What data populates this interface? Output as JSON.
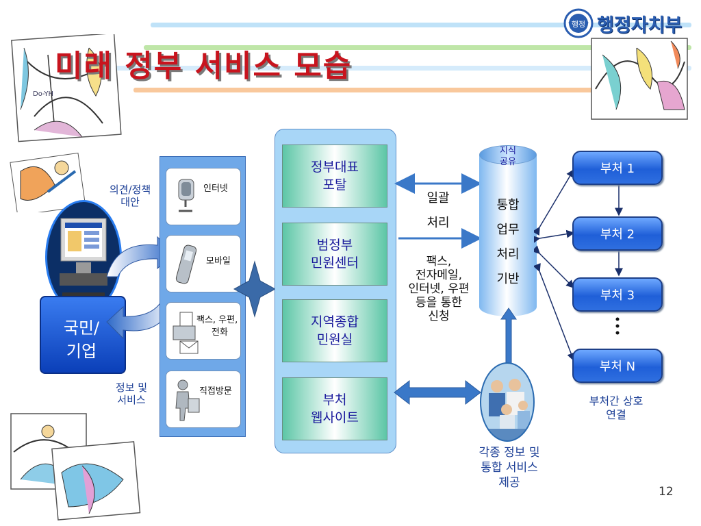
{
  "title": "미래 정부 서비스 모습",
  "logo": {
    "text": "행정자치부",
    "emblem_text": "행정"
  },
  "credit": "Do-YH",
  "page_number": "12",
  "citizen": {
    "label_line1": "국민/",
    "label_line2": "기업"
  },
  "labels": {
    "opinion_line1": "의견/정책",
    "opinion_line2": "대안",
    "info_line1": "정보 및",
    "info_line2": "서비스"
  },
  "channels": [
    {
      "label": "인터넷",
      "icon": "microphone-icon"
    },
    {
      "label": "모바일",
      "icon": "mobile-phone-icon"
    },
    {
      "label_line1": "팩스, 우편,",
      "label_line2": "전화",
      "icon": "fax-mail-icon"
    },
    {
      "label": "직접방문",
      "icon": "person-visit-icon"
    }
  ],
  "portals": [
    {
      "line1": "정부대표",
      "line2": "포탈"
    },
    {
      "line1": "범정부",
      "line2": "민원센터"
    },
    {
      "line1": "지역종합",
      "line2": "민원실"
    },
    {
      "line1": "부처",
      "line2": "웹사이트"
    }
  ],
  "batch": {
    "line1": "일괄",
    "line2": "처리"
  },
  "apply_text": [
    "팩스,",
    "전자메일,",
    "인터넷, 우편",
    "등을 통한",
    "신청"
  ],
  "cylinder": {
    "top_line1": "지식",
    "top_line2": "공유",
    "body": [
      "통합",
      "업무",
      "처리",
      "기반"
    ]
  },
  "departments": [
    "부처 1",
    "부처 2",
    "부처 3",
    "부처 N"
  ],
  "dept_caption": {
    "line1": "부처간 상호",
    "line2": "연결"
  },
  "service_caption": {
    "line1": "각종 정보 및",
    "line2": "통합 서비스",
    "line3": "제공"
  },
  "colors": {
    "title_red": "#c8141e",
    "navy_text": "#1c3f96",
    "dept_blue": "#1f5fd8",
    "arrow_blue": "#3a78c8",
    "star_blue": "#3a6aa8"
  }
}
